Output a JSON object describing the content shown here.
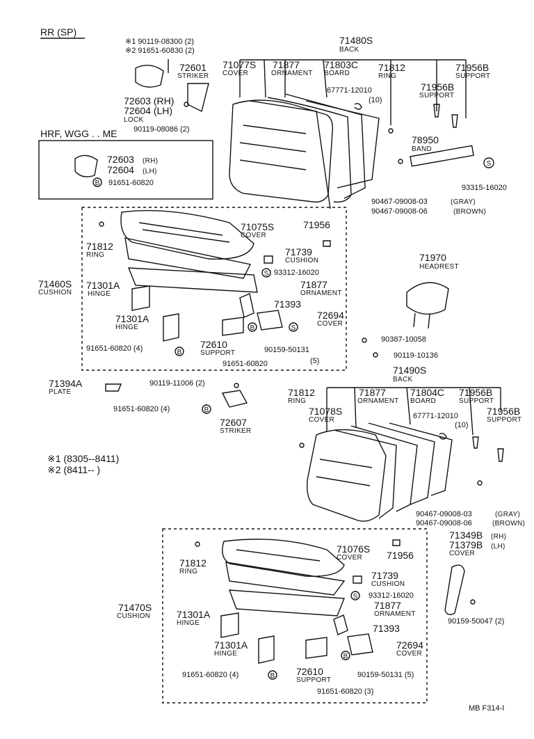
{
  "header": {
    "section": "RR (SP)",
    "box_title": "HRF, WGG . . ME"
  },
  "parts": {
    "p71480S": "71480S",
    "back": "BACK",
    "p71077S": "71077S",
    "cover": "COVER",
    "p71877": "71877",
    "ornament": "ORNAMENT",
    "p71803C": "71803C",
    "board": "BOARD",
    "p71812": "71812",
    "ring": "RING",
    "p71956B": "71956B",
    "support": "SUPPORT",
    "p67771": "67771-12010",
    "q10": "(10)",
    "p78950": "78950",
    "band": "BAND",
    "p93315": "93315-16020",
    "p90467_03": "90467-09008-03",
    "gray": "(GRAY)",
    "p90467_06": "90467-09008-06",
    "brown": "(BROWN)",
    "n1": "※1 90119-08300 (2)",
    "n2": "※2 91651-60830 (2)",
    "p72601": "72601",
    "striker": "STRIKER",
    "p72603rh": "72603 (RH)",
    "p72604lh": "72604 (LH)",
    "lock": "LOCK",
    "p90119_08086": "90119-08086 (2)",
    "p72603": "72603",
    "rh": "(RH)",
    "p72604": "72604",
    "lh": "(LH)",
    "p91651_60820": "91651-60820",
    "p71075S": "71075S",
    "p71956": "71956",
    "p71739": "71739",
    "cushion": "CUSHION",
    "p93312": "93312-16020",
    "p71460S": "71460S",
    "p71301A": "71301A",
    "hinge": "HINGE",
    "p71393": "71393",
    "p72694": "72694",
    "p72610": "72610",
    "p91651_4": "91651-60820 (4)",
    "p90159_50131": "90159-50131",
    "q5": "(5)",
    "p71970": "71970",
    "headrest": "HEADREST",
    "p90387": "90387-10058",
    "p90119_10136": "90119-10136",
    "p71394A": "71394A",
    "plate": "PLATE",
    "p90119_11006": "90119-11006 (2)",
    "p72607": "72607",
    "p71490S": "71490S",
    "p71078S": "71078S",
    "p71804C": "71804C",
    "range1": "※1 (8305--8411)",
    "range2": "※2 (8411--        )",
    "p71076S": "71076S",
    "p71470S": "71470S",
    "p71349B": "71349B",
    "p71379B": "71379B",
    "p90159_50047": "90159-50047 (2)",
    "p90159_50131_5": "90159-50131 (5)",
    "p91651_3": "91651-60820 (3)",
    "ref": "MB  F314-I"
  }
}
